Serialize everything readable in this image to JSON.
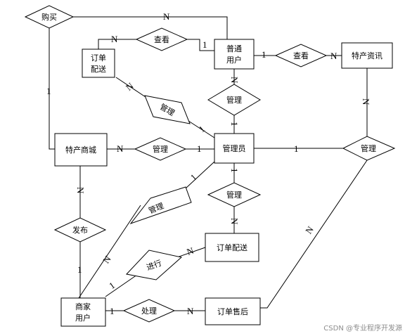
{
  "entities": {
    "normal_user": [
      "普通",
      "用户"
    ],
    "specialty_info": "特产资讯",
    "order_delivery_top": [
      "订单",
      "配送"
    ],
    "specialty_mall": "特产商城",
    "admin": "管理员",
    "order_delivery": "订单配送",
    "merchant_user": [
      "商家",
      "用户"
    ],
    "order_aftersale": "订单售后"
  },
  "relations": {
    "buy": "购买",
    "view_delivery": "查看",
    "view_info": "查看",
    "manage_user": "管理",
    "manage_delivery_top": "管理",
    "manage_mall": "管理",
    "manage_info": "管理",
    "manage_delivery": "管理",
    "manage_merchant": "管理",
    "publish": "发布",
    "conduct": "进行",
    "handle": "处理"
  },
  "cardinalities": {
    "buy_left": "1",
    "buy_right": "N",
    "view_delivery_left": "N",
    "view_delivery_right": "1",
    "view_info_left": "1",
    "view_info_right": "N",
    "manage_user_top": "N",
    "manage_user_bottom": "1",
    "manage_delivery_top_left": "N",
    "manage_delivery_top_right": "1",
    "manage_mall_left": "N",
    "manage_mall_right": "1",
    "manage_info_left": "1",
    "manage_info_right": "N",
    "manage_info_bottom": "N",
    "manage_delivery_top_admin": "1",
    "manage_delivery_bottom": "N",
    "manage_merchant_admin": "1",
    "manage_merchant_merchant": "N",
    "publish_top": "N",
    "publish_bottom": "1",
    "conduct_merchant": "1",
    "conduct_delivery": "N",
    "handle_merchant": "1",
    "handle_aftersale": "N"
  },
  "watermark": "CSDN @专业程序开发源"
}
